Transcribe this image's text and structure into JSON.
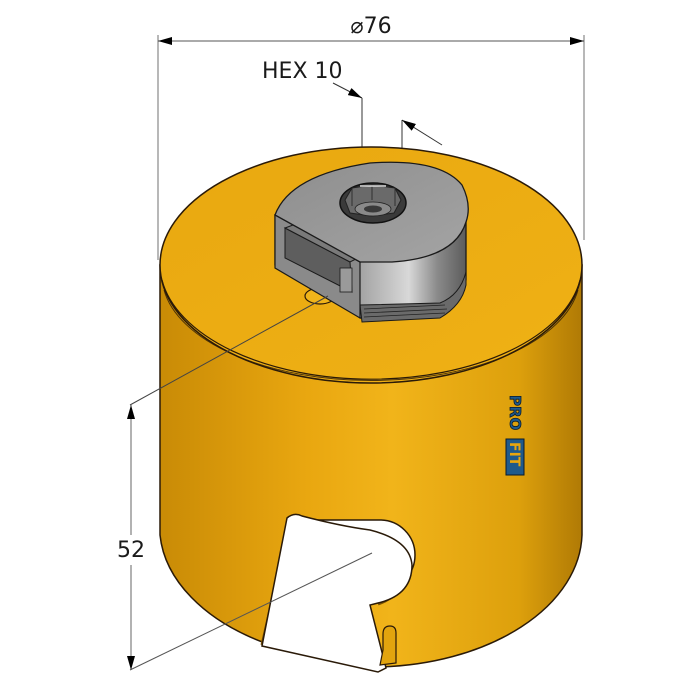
{
  "drawing": {
    "subject": "Multi-purpose hole saw with centre hex adapter",
    "dimensions": {
      "diameter": {
        "symbol": "⌀",
        "value": "76",
        "label": "⌀76"
      },
      "hex": {
        "label": "HEX 10"
      },
      "height": {
        "value": "52",
        "label": "52"
      }
    },
    "brand": {
      "prefix": "PRO",
      "suffix": "FIT",
      "label": "PRO-FIT"
    },
    "colors": {
      "body": "#E8A60E",
      "body_dark": "#B07A05",
      "body_light": "#F2B81C",
      "adapter": "#8C8C8C",
      "adapter_dark": "#5A5A5A",
      "outline": "#2A1A08",
      "dim_line": "#555555",
      "logo_blue": "#1F5A8C"
    }
  }
}
